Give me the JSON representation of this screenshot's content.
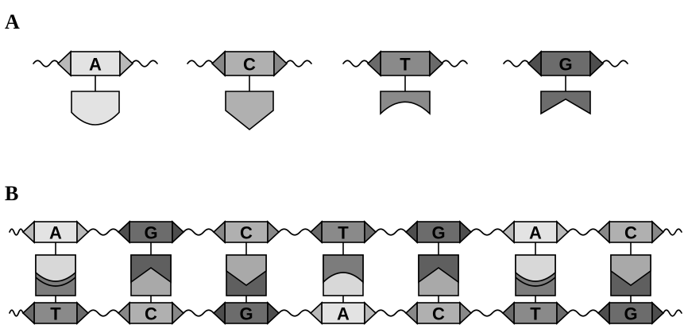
{
  "panels": {
    "a": {
      "label": "A"
    },
    "b": {
      "label": "B"
    }
  },
  "colors": {
    "A": "#e3e3e3",
    "C": "#b0b0b0",
    "T": "#8a8a8a",
    "G": "#6c6c6c",
    "A_end": "#b9b9b9",
    "C_end": "#888888",
    "T_end": "#6a6a6a",
    "G_end": "#4e4e4e",
    "A_pair": "#d8d8d8",
    "C_pair": "#a9a9a9",
    "T_pair": "#7c7c7c",
    "G_pair": "#5f5f5f",
    "outline": "#000000"
  },
  "nucleotides": [
    "A",
    "C",
    "T",
    "G"
  ],
  "strand_top": [
    "A",
    "G",
    "C",
    "T",
    "G",
    "A",
    "C"
  ],
  "strand_bottom": [
    "T",
    "C",
    "G",
    "A",
    "C",
    "T",
    "G"
  ]
}
